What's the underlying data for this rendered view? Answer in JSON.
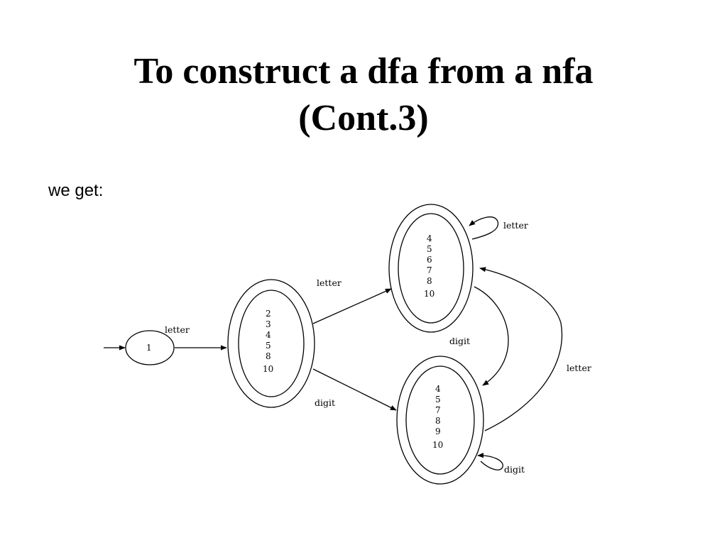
{
  "slide": {
    "title_line1": "To construct a dfa from a nfa",
    "title_line2": "(Cont.3)",
    "intro": "we get:"
  },
  "diagram": {
    "states": {
      "s1": [
        "1"
      ],
      "s2": [
        "2",
        "3",
        "4",
        "5",
        "8",
        "10"
      ],
      "s3": [
        "4",
        "5",
        "6",
        "7",
        "8",
        "10"
      ],
      "s4": [
        "4",
        "5",
        "7",
        "8",
        "9",
        "10"
      ]
    },
    "transitions": {
      "s1_s2": "letter",
      "s2_s3": "letter",
      "s2_s4": "digit",
      "s3_s3": "letter",
      "s3_s4": "digit",
      "s4_s3": "letter",
      "s4_s4": "digit"
    }
  }
}
